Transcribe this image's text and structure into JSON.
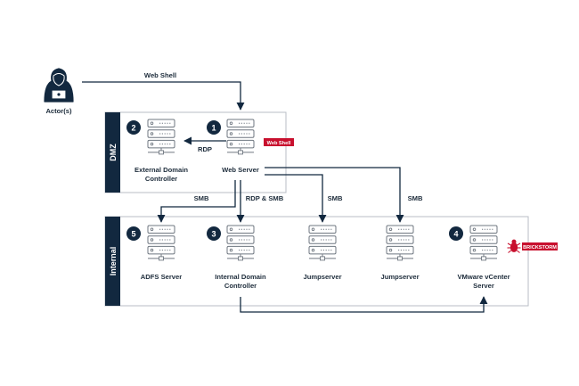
{
  "colors": {
    "navy": "#12283f",
    "zone_border": "#b8bec6",
    "server_line": "#6f7780",
    "accent_red": "#c8102e",
    "arrow": "#12283f"
  },
  "actor": {
    "label": "Actor(s)",
    "icon": "hooded-hacker-laptop-icon"
  },
  "zones": {
    "dmz": {
      "label": "DMZ"
    },
    "internal": {
      "label": "Internal"
    }
  },
  "nodes": {
    "web_server": {
      "label": "Web Server",
      "step": "1",
      "tag": "Web Shell",
      "icon": "server-rack-icon"
    },
    "external_dc": {
      "label": "External Domain",
      "label2": "Controller",
      "step": "2",
      "icon": "server-rack-icon"
    },
    "internal_dc": {
      "label": "Internal Domain",
      "label2": "Controller",
      "step": "3",
      "icon": "server-rack-icon"
    },
    "vcenter": {
      "label": "VMware vCenter",
      "label2": "Server",
      "step": "4",
      "tag": "BRICKSTORM",
      "tag_icon": "malware-bug-icon",
      "icon": "server-rack-icon"
    },
    "adfs": {
      "label": "ADFS Server",
      "step": "5",
      "icon": "server-rack-icon"
    },
    "jump1": {
      "label": "Jumpserver",
      "icon": "server-rack-icon"
    },
    "jump2": {
      "label": "Jumpserver",
      "icon": "server-rack-icon"
    }
  },
  "edges": {
    "actor_web": {
      "label": "Web Shell"
    },
    "web_extdc": {
      "label": "RDP"
    },
    "web_adfs": {
      "label": "SMB"
    },
    "web_intdc": {
      "label": "RDP & SMB"
    },
    "web_jump1": {
      "label": "SMB"
    },
    "web_jump2": {
      "label": "SMB"
    },
    "intdc_vcenter": {
      "label": ""
    }
  }
}
